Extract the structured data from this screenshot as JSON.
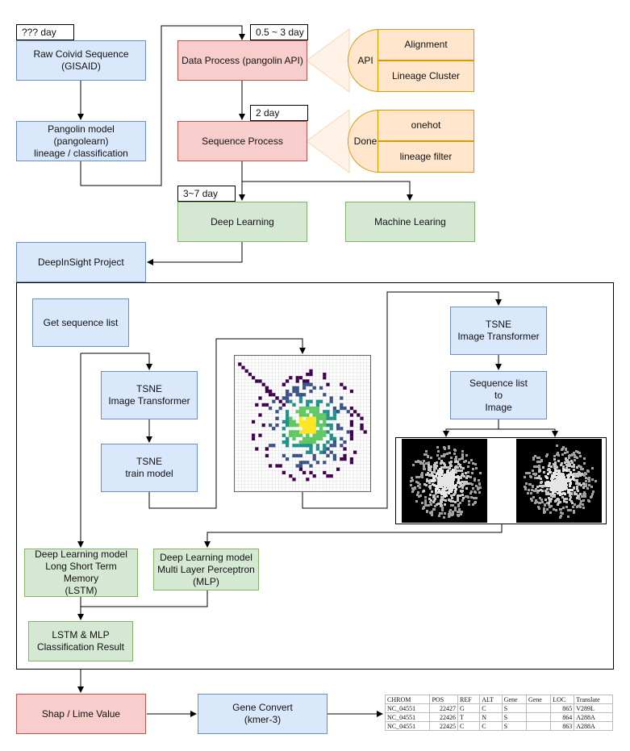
{
  "top": {
    "raw_time": "??? day",
    "raw_seq": "Raw Coivid Sequence\n(GISAID)",
    "pangolin": "Pangolin model (pangolearn)\nlineage / classification",
    "dp_time": "0.5 ~ 3 day",
    "data_process": "Data Process (pangolin API)",
    "api_label": "API",
    "api_items": [
      "Alignment",
      "Lineage Cluster"
    ],
    "sp_time": "2 day",
    "seq_process": "Sequence Process",
    "done_label": "Done",
    "done_items": [
      "onehot",
      "lineage filter"
    ],
    "dl_time": "3~7 day",
    "deep_learning": "Deep Learning",
    "machine_learning": "Machine Learing",
    "deepinsight": "DeepInSight Project"
  },
  "inner": {
    "get_seq": "Get sequence list",
    "tsne_transformer": "TSNE\nImage Transformer",
    "tsne_train": "TSNE\ntrain model",
    "tsne_transformer_right": "TSNE\nImage Transformer",
    "seq_to_image": "Sequence list\nto\nImage",
    "lstm": "Deep Learning model\nLong Short Term Memory\n(LSTM)",
    "mlp": "Deep Learning model\nMulti Layer Perceptron\n(MLP)",
    "result": "LSTM & MLP\nClassification Result"
  },
  "bottom": {
    "shap": "Shap / Lime Value",
    "gene_convert": "Gene Convert\n(kmer-3)"
  },
  "gene_table": {
    "headers": [
      "CHROM",
      "POS",
      "REF",
      "ALT",
      "Gene",
      "Gene",
      "LOC",
      "Translate"
    ],
    "rows": [
      [
        "NC_04551",
        "22427",
        "G",
        "C",
        "S",
        "",
        "865",
        "V289L"
      ],
      [
        "NC_04551",
        "22426",
        "T",
        "N",
        "S",
        "",
        "864",
        "A288A"
      ],
      [
        "NC_04551",
        "22425",
        "C",
        "C",
        "S",
        "",
        "863",
        "A288A"
      ]
    ]
  },
  "colors": {
    "blue_fill": "#dae8fc",
    "red_fill": "#f8cecc",
    "green_fill": "#d5e8d4",
    "orange_fill": "#ffe6cc",
    "heatmap_palette": [
      "#440154",
      "#3b528b",
      "#21918c",
      "#5ec962",
      "#fde725"
    ]
  }
}
